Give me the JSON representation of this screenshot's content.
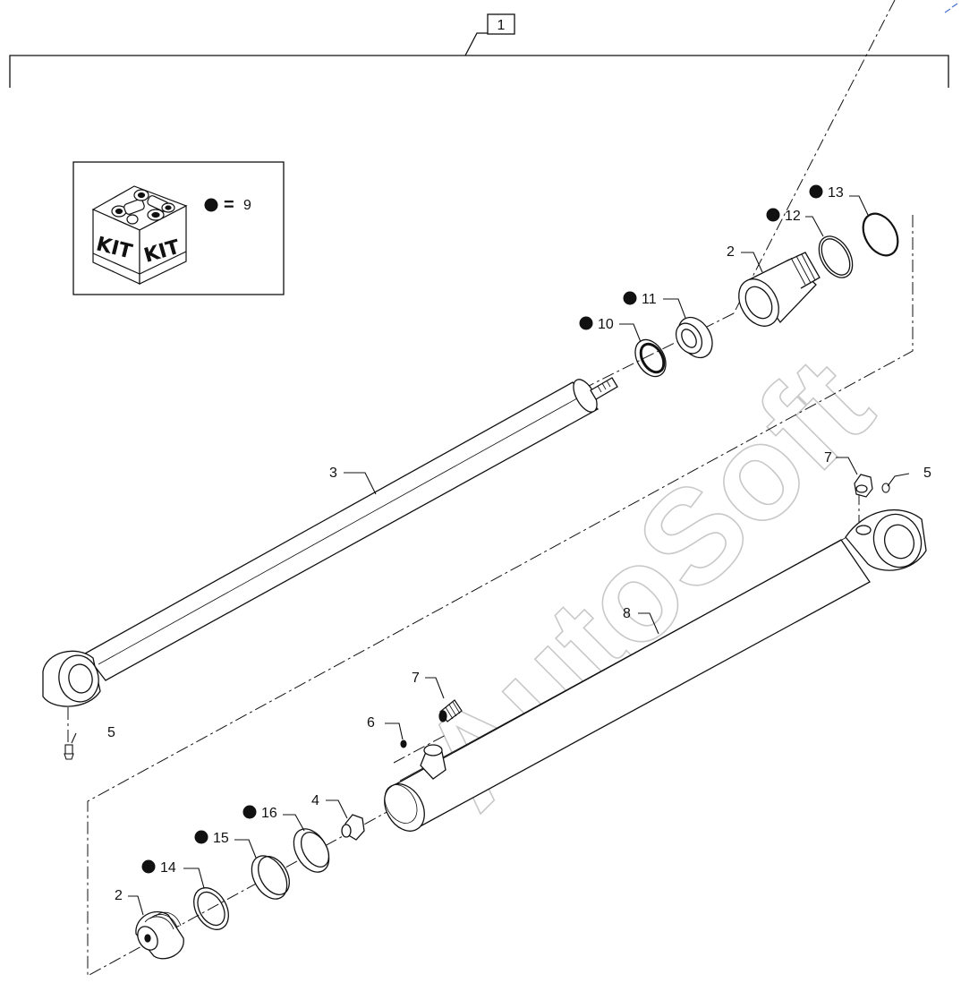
{
  "assembly": {
    "item": "1"
  },
  "kit_legend": {
    "box_labels": [
      "KIT",
      "KIT"
    ],
    "equals": "=",
    "ref": "9"
  },
  "watermark": "AutoSoft",
  "callouts": [
    {
      "id": "2-upper",
      "num": "2",
      "kit": false
    },
    {
      "id": "2-lower",
      "num": "2",
      "kit": false
    },
    {
      "id": "3",
      "num": "3",
      "kit": false
    },
    {
      "id": "4",
      "num": "4",
      "kit": false
    },
    {
      "id": "5-rod",
      "num": "5",
      "kit": false
    },
    {
      "id": "5-barrel",
      "num": "5",
      "kit": false
    },
    {
      "id": "6",
      "num": "6",
      "kit": false
    },
    {
      "id": "7-upper",
      "num": "7",
      "kit": false
    },
    {
      "id": "7-lower",
      "num": "7",
      "kit": false
    },
    {
      "id": "8",
      "num": "8",
      "kit": false
    },
    {
      "id": "10",
      "num": "10",
      "kit": true
    },
    {
      "id": "11",
      "num": "11",
      "kit": true
    },
    {
      "id": "12",
      "num": "12",
      "kit": true
    },
    {
      "id": "13",
      "num": "13",
      "kit": true
    },
    {
      "id": "14",
      "num": "14",
      "kit": true
    },
    {
      "id": "15",
      "num": "15",
      "kit": true
    },
    {
      "id": "16",
      "num": "16",
      "kit": true
    }
  ]
}
